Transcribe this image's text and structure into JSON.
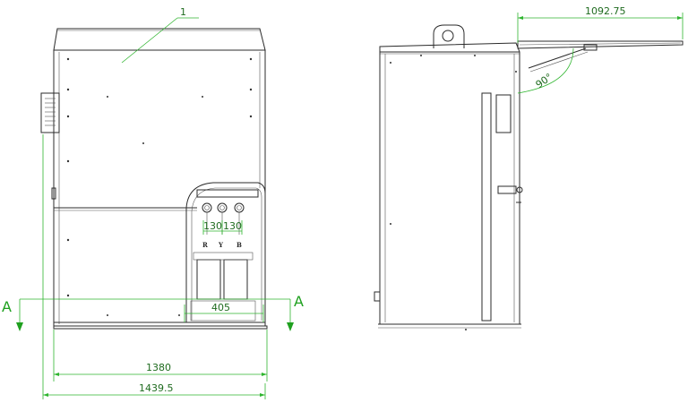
{
  "dimensions": {
    "item_number": "1",
    "spacing_left": "130",
    "spacing_right": "130",
    "gland_width": "405",
    "base_width": "1380",
    "overall_width": "1439.5",
    "door_span": "1092.75",
    "door_angle": "90°"
  },
  "section_markers": {
    "left": "A",
    "right": "A"
  },
  "phase_labels": {
    "r": "R",
    "y": "Y",
    "b": "B"
  },
  "colors": {
    "outline": "#2b2b2b",
    "dimension": "#2fb52f",
    "dimension_text": "#1f6b1f"
  }
}
